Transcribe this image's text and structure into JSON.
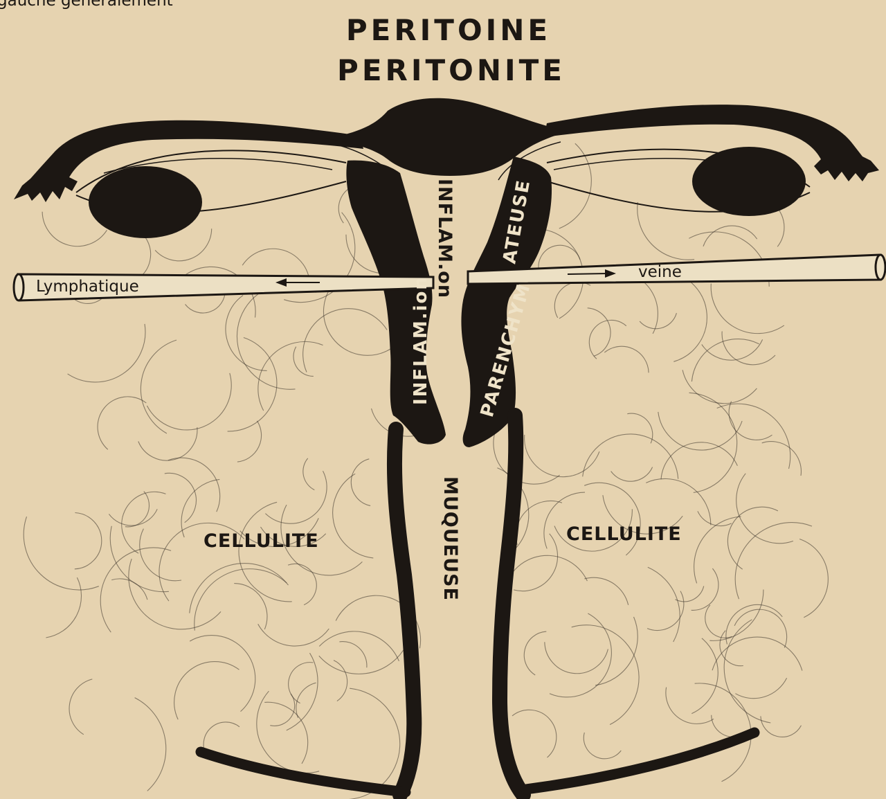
{
  "header_fragment": "gauche généralement",
  "title": {
    "line1": "PERITOINE",
    "line2": "PERITONITE"
  },
  "labels": {
    "inflammation_left_wall": "INFLAM.ion",
    "inflammation_mucosa": "INFLAM.on",
    "parenchymateuse_lower": "PARENCHYM",
    "parenchymateuse_upper": "ATEUSE",
    "muqueuse": "MUQUEUSE",
    "cellulite_left": "CELLULITE",
    "cellulite_right": "CELLULITE",
    "lymphatique": "Lymphatique",
    "veine": "veine"
  },
  "colors": {
    "paper": "#e6d3b0",
    "ink": "#1c1713"
  }
}
